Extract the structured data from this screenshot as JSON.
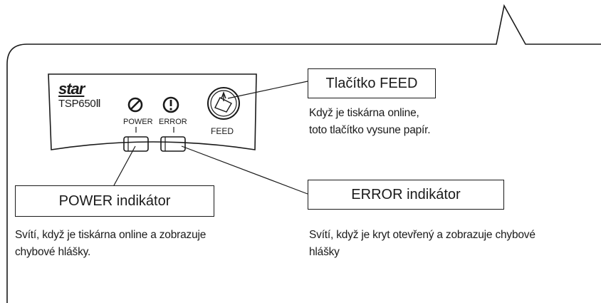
{
  "panel": {
    "brand": "star",
    "model": "TSP650Ⅱ",
    "power_label": "POWER",
    "error_label": "ERROR",
    "feed_label": "FEED"
  },
  "callouts": {
    "feed_button": {
      "title": "Tlačítko FEED",
      "line1": "Když je tiskárna online,",
      "line2": "toto tlačítko vysune papír."
    },
    "power_indicator": {
      "title": "POWER indikátor",
      "line1": "Svítí, když je tiskárna online a zobrazuje",
      "line2": "chybové hlášky."
    },
    "error_indicator": {
      "title": "ERROR indikátor",
      "line1": "Svítí, když je kryt otevřený a zobrazuje chybové",
      "line2": "hlášky"
    }
  }
}
